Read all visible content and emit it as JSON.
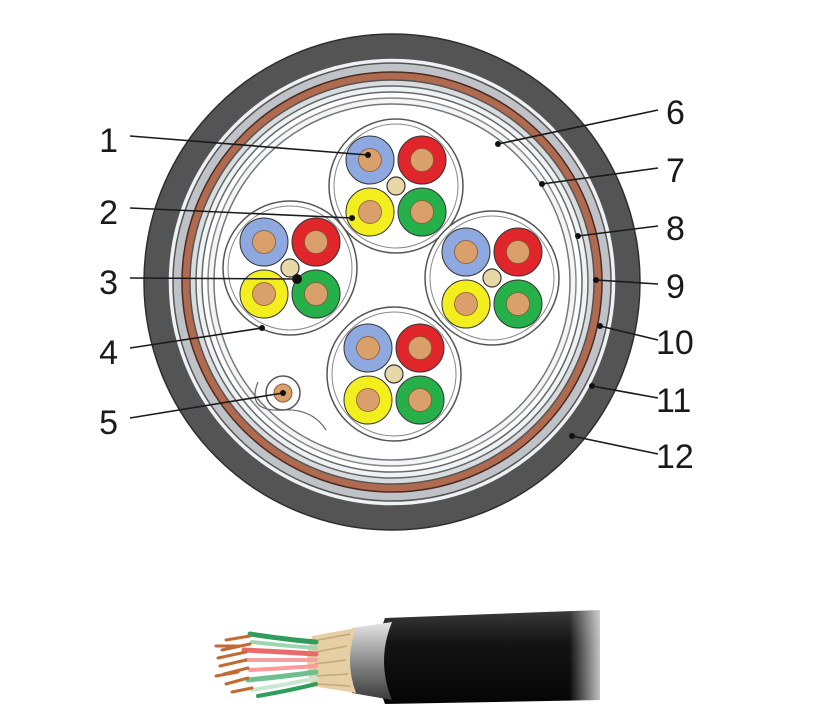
{
  "diagram": {
    "subject": "cable-cross-section",
    "callouts": [
      {
        "id": "1",
        "label": "1",
        "side": "left"
      },
      {
        "id": "2",
        "label": "2",
        "side": "left"
      },
      {
        "id": "3",
        "label": "3",
        "side": "left"
      },
      {
        "id": "4",
        "label": "4",
        "side": "left"
      },
      {
        "id": "5",
        "label": "5",
        "side": "left"
      },
      {
        "id": "6",
        "label": "6",
        "side": "right"
      },
      {
        "id": "7",
        "label": "7",
        "side": "right"
      },
      {
        "id": "8",
        "label": "8",
        "side": "right"
      },
      {
        "id": "9",
        "label": "9",
        "side": "right"
      },
      {
        "id": "10",
        "label": "10",
        "side": "right"
      },
      {
        "id": "11",
        "label": "11",
        "side": "right"
      },
      {
        "id": "12",
        "label": "12",
        "side": "right"
      }
    ],
    "conductor_colors": {
      "blue": "#8ea8e0",
      "red": "#e0262b",
      "yellow": "#f3ee1e",
      "green": "#25b04a",
      "copper": "#d9a06b"
    },
    "layer_colors": {
      "outer_sheath": "#545454",
      "copper_tape": "#b06a4f",
      "bedding": "#bfc3c8",
      "screen": "#eef3f6"
    }
  }
}
